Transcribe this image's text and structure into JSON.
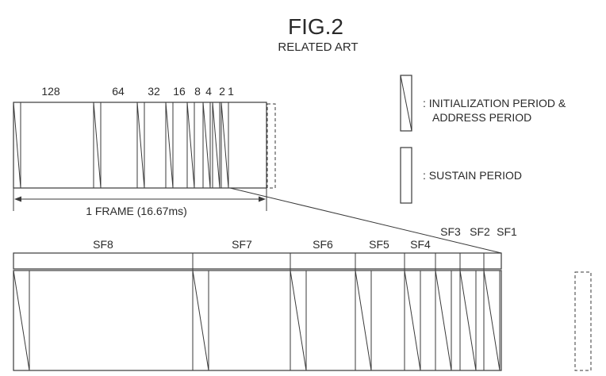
{
  "figure": {
    "title": "FIG.2",
    "subtitle": "RELATED ART"
  },
  "frame": {
    "weights": [
      "128",
      "64",
      "32",
      "16",
      "8",
      "4",
      "2",
      "1"
    ],
    "label": "1 FRAME (16.67ms)"
  },
  "subfields": {
    "labels": [
      "SF8",
      "SF7",
      "SF6",
      "SF5",
      "SF4",
      "SF3",
      "SF2",
      "SF1"
    ]
  },
  "legend": {
    "init_address_line1": ": INITIALIZATION PERIOD &",
    "init_address_line2": "ADDRESS PERIOD",
    "sustain": ": SUSTAIN PERIOD"
  }
}
